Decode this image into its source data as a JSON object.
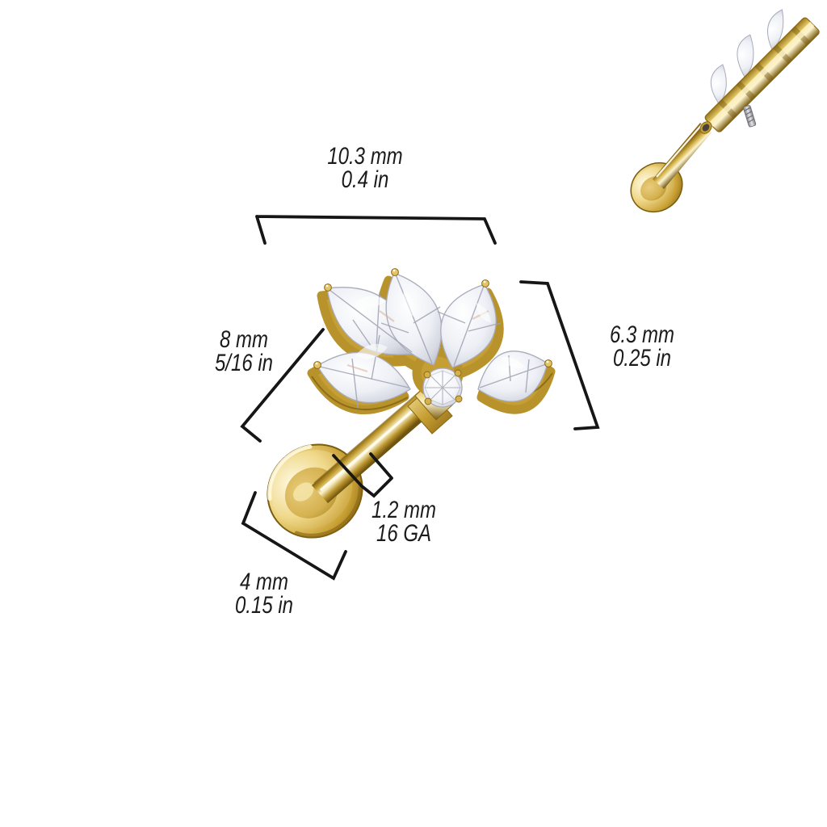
{
  "page": {
    "background": "#ffffff"
  },
  "colors": {
    "gold": "#c59f33",
    "gold_light": "#f9f0cb",
    "gold_dark": "#7a5c10",
    "crystal": "#eef0f6",
    "steel": "#b9babf",
    "annotation_line": "#161616",
    "text": "#1b1b1b"
  },
  "illustrations": {
    "main": "gold-labret-stud-with-marquise-cz-flower-top-assembled",
    "inset": "labret-stud-internally-threaded-disassembled"
  },
  "dimensions": {
    "top": {
      "metric": "10.3 mm",
      "imperial": "0.4 in"
    },
    "left": {
      "metric": "8 mm",
      "imperial": "5/16 in"
    },
    "right": {
      "metric": "6.3 mm",
      "imperial": "0.25 in"
    },
    "gauge": {
      "metric": "1.2 mm",
      "imperial": "16 GA"
    },
    "base": {
      "metric": "4 mm",
      "imperial": "0.15 in"
    }
  }
}
